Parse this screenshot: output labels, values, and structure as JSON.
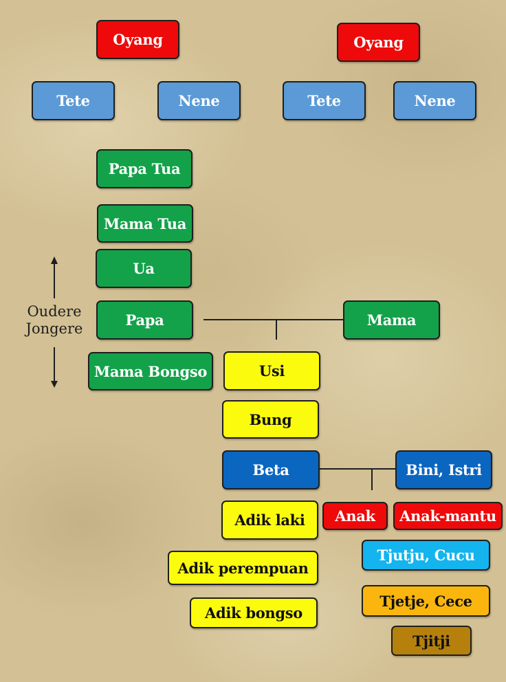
{
  "nodes": {
    "oyang_left": "Oyang",
    "oyang_right": "Oyang",
    "tete_left": "Tete",
    "nene_left": "Nene",
    "tete_right": "Tete",
    "nene_right": "Nene",
    "papa_tua": "Papa Tua",
    "mama_tua": "Mama Tua",
    "ua": "Ua",
    "papa": "Papa",
    "mama": "Mama",
    "mama_bongso": "Mama Bongso",
    "usi": "Usi",
    "bung": "Bung",
    "beta": "Beta",
    "bini_istri": "Bini, Istri",
    "adik_laki": "Adik laki",
    "anak": "Anak",
    "anak_mantu": "Anak-mantu",
    "adik_perempuan": "Adik perempuan",
    "adik_bongso": "Adik bongso",
    "tjutju_cucu": "Tjutju, Cucu",
    "tjetje_cece": "Tjetje, Cece",
    "tjitji": "Tjitji"
  },
  "side_axis": {
    "older_label": "Oudere",
    "younger_label": "Jongere"
  },
  "colors": {
    "great_grandparent": "#ee0a0a",
    "grandparent": "#5b9ad6",
    "parent_generation": "#13a24a",
    "sibling_generation": "#fbfb0e",
    "self_and_spouse": "#0b66c0",
    "child": "#ee0a0a",
    "grandchild": "#14b4ee",
    "great_grandchild": "#fab60e",
    "great_great_grandchild": "#b5810c"
  }
}
